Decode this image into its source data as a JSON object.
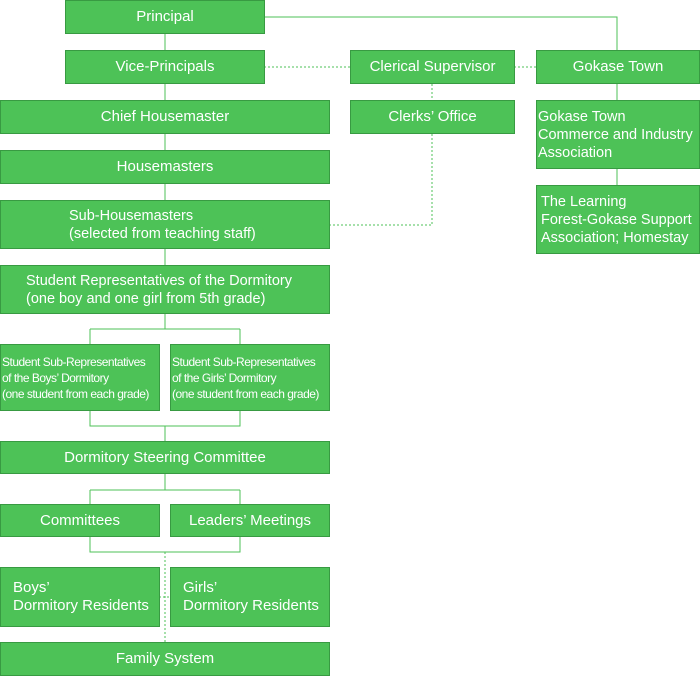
{
  "nodes": {
    "principal": "Principal",
    "vice_principals": "Vice-Principals",
    "clerical_supervisor": "Clerical Supervisor",
    "gokase_town": "Gokase Town",
    "chief_housemaster": "Chief Housemaster",
    "clerks_office": "Clerks’ Office",
    "gokase_commerce": "Gokase Town\nCommerce and Industry\nAssociation",
    "housemasters": "Housemasters",
    "learning_forest": "The Learning\nForest-Gokase Support\nAssociation; Homestay",
    "sub_housemasters": "Sub-Housemasters\n(selected from teaching staff)",
    "student_reps": "Student Representatives of the Dormitory\n(one boy and one girl from 5th grade)",
    "boys_sub_reps": "Student Sub-Representatives\nof the Boys’ Dormitory\n(one student from each grade)",
    "girls_sub_reps": "Student Sub-Representatives\nof the Girls’ Dormitory\n(one student from each grade)",
    "steering_committee": "Dormitory Steering Committee",
    "committees": "Committees",
    "leaders_meetings": "Leaders’ Meetings",
    "boys_residents": "Boys’\nDormitory Residents",
    "girls_residents": "Girls’\nDormitory Residents",
    "family_system": "Family System"
  },
  "colors": {
    "box_fill": "#4dc257",
    "box_border": "#389a42",
    "line": "#4dc257",
    "text": "#ffffff"
  }
}
